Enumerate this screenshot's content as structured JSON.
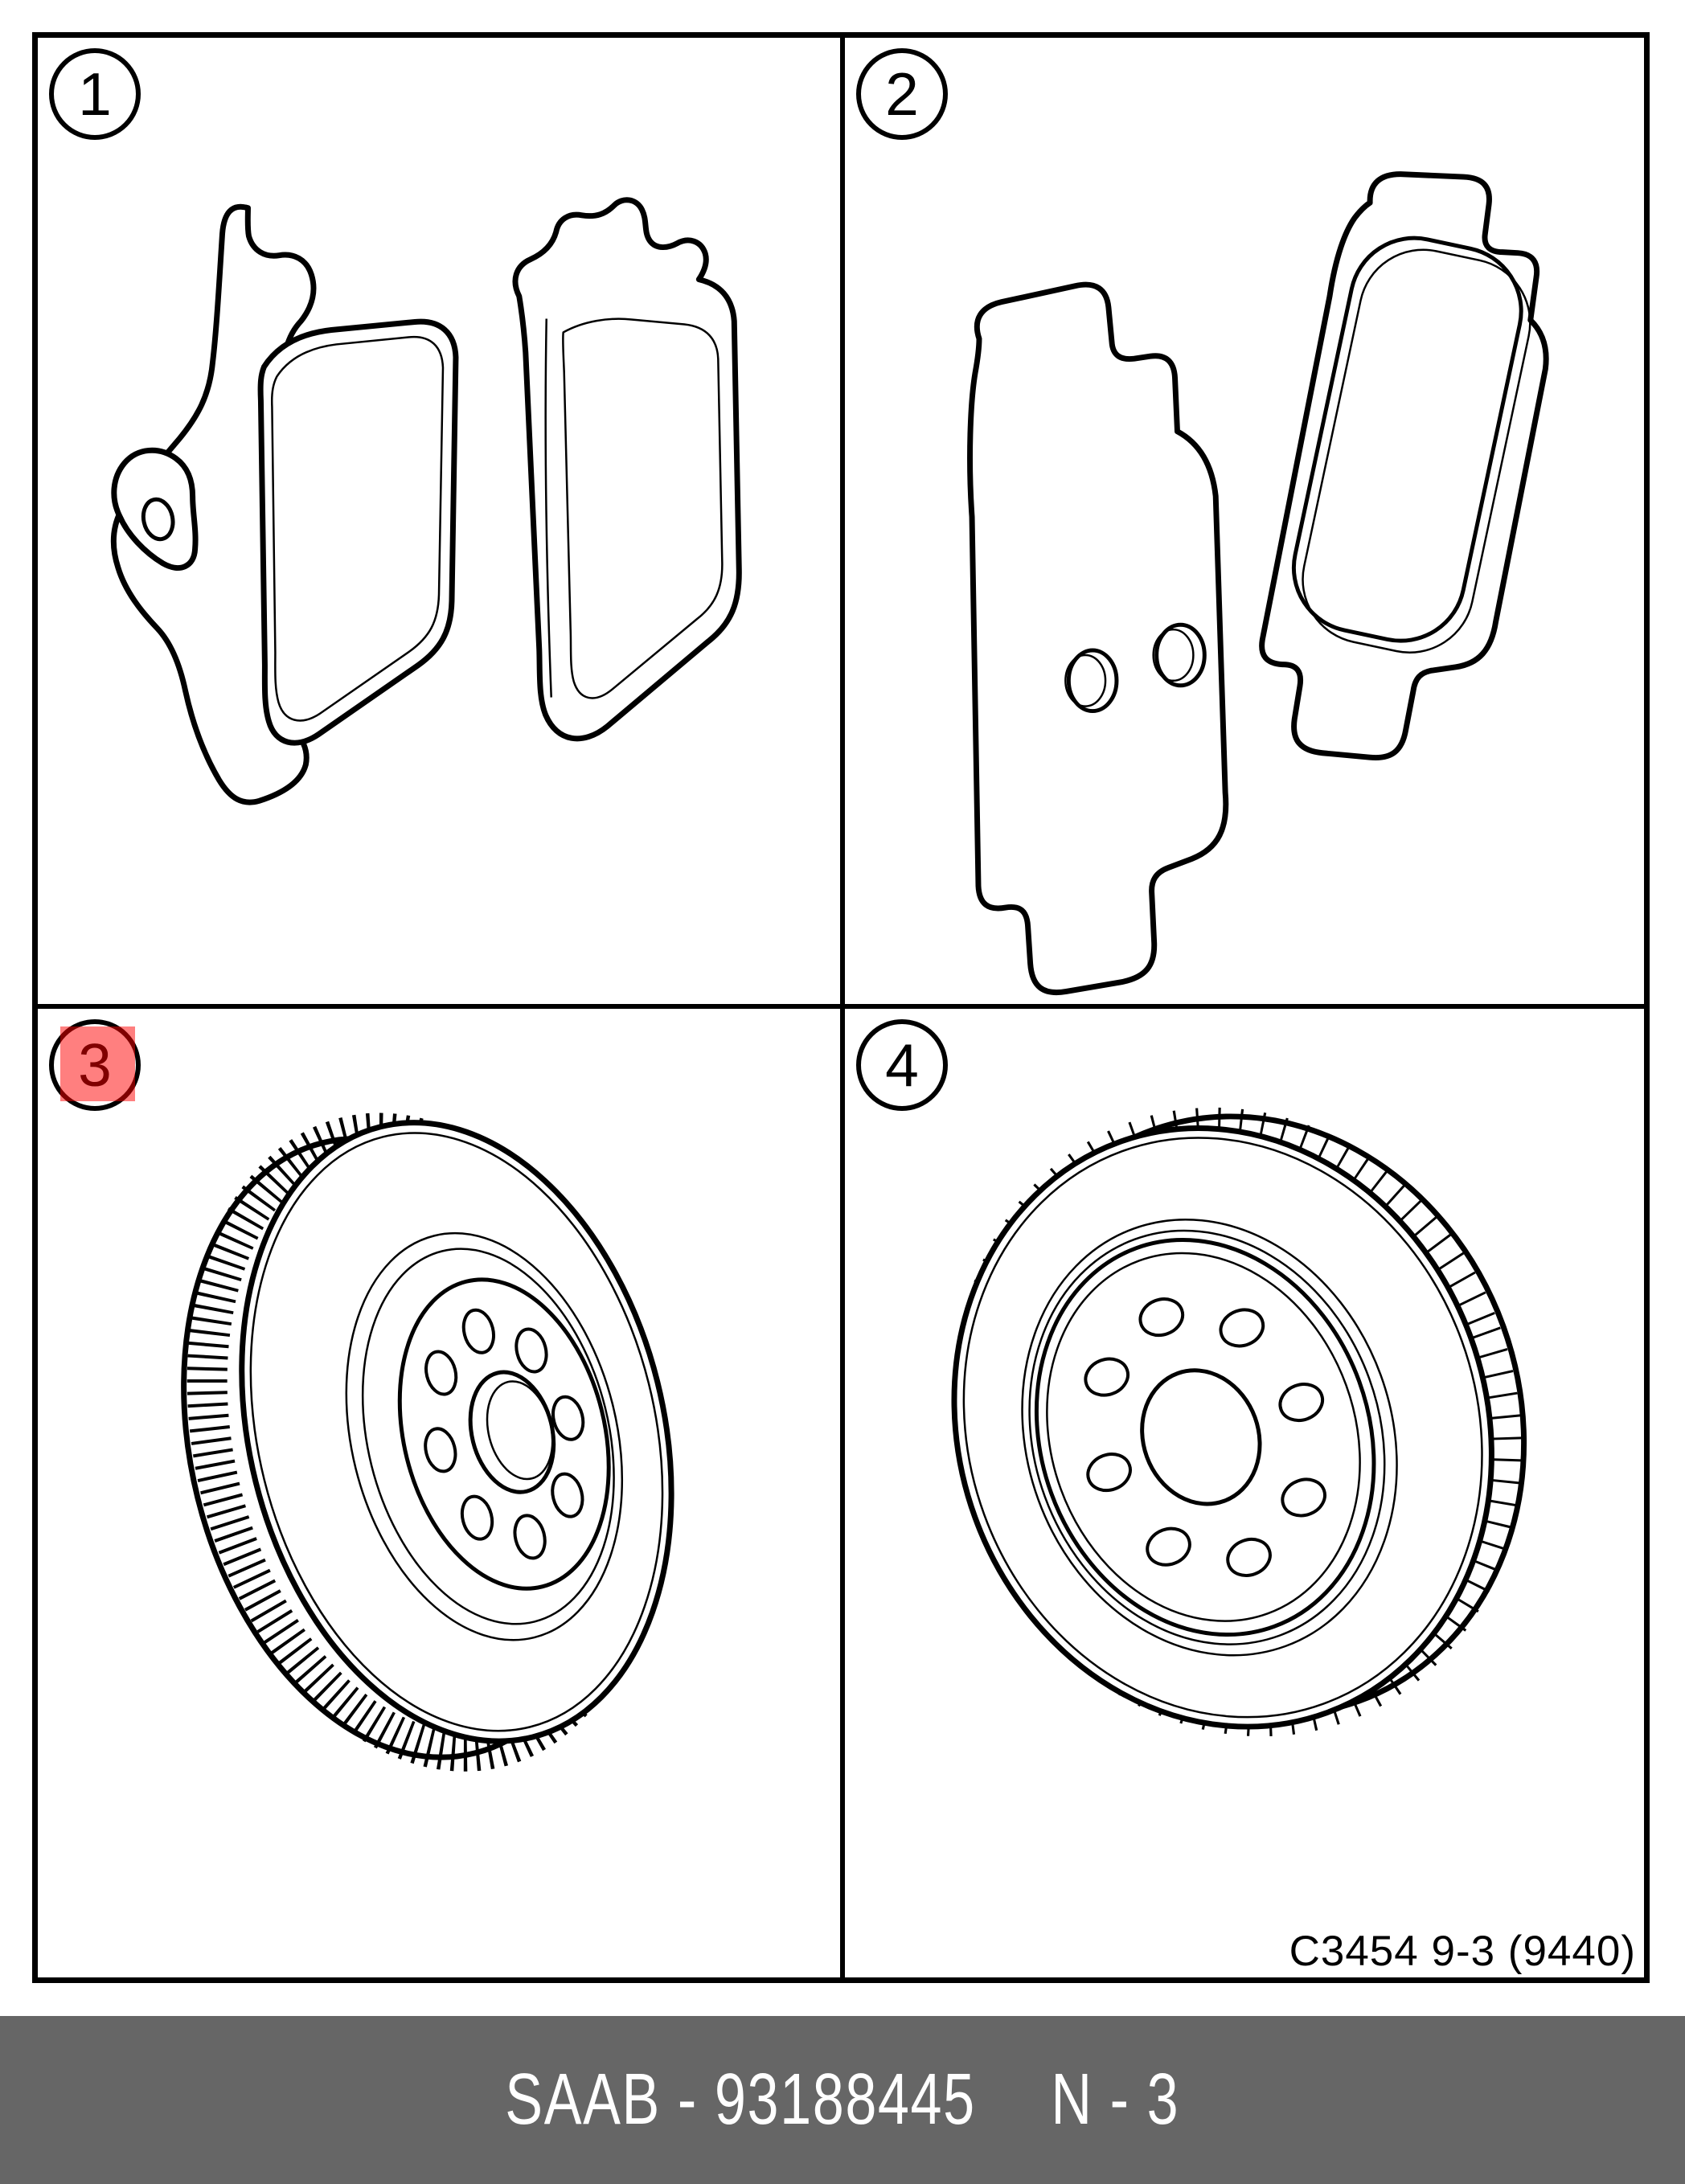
{
  "figure": {
    "caption": "C3454 9-3 (9440)",
    "items": [
      {
        "number": "1",
        "highlighted": false
      },
      {
        "number": "2",
        "highlighted": false
      },
      {
        "number": "3",
        "highlighted": true
      },
      {
        "number": "4",
        "highlighted": false
      }
    ]
  },
  "footer": {
    "part_label": "SAAB - 93188445",
    "page_label": "N - 3"
  },
  "colors": {
    "line": "#000000",
    "background": "#ffffff",
    "highlight_overlay": "rgba(255,0,0,0.5)",
    "footer_background": "#666666",
    "footer_text": "#ffffff"
  }
}
